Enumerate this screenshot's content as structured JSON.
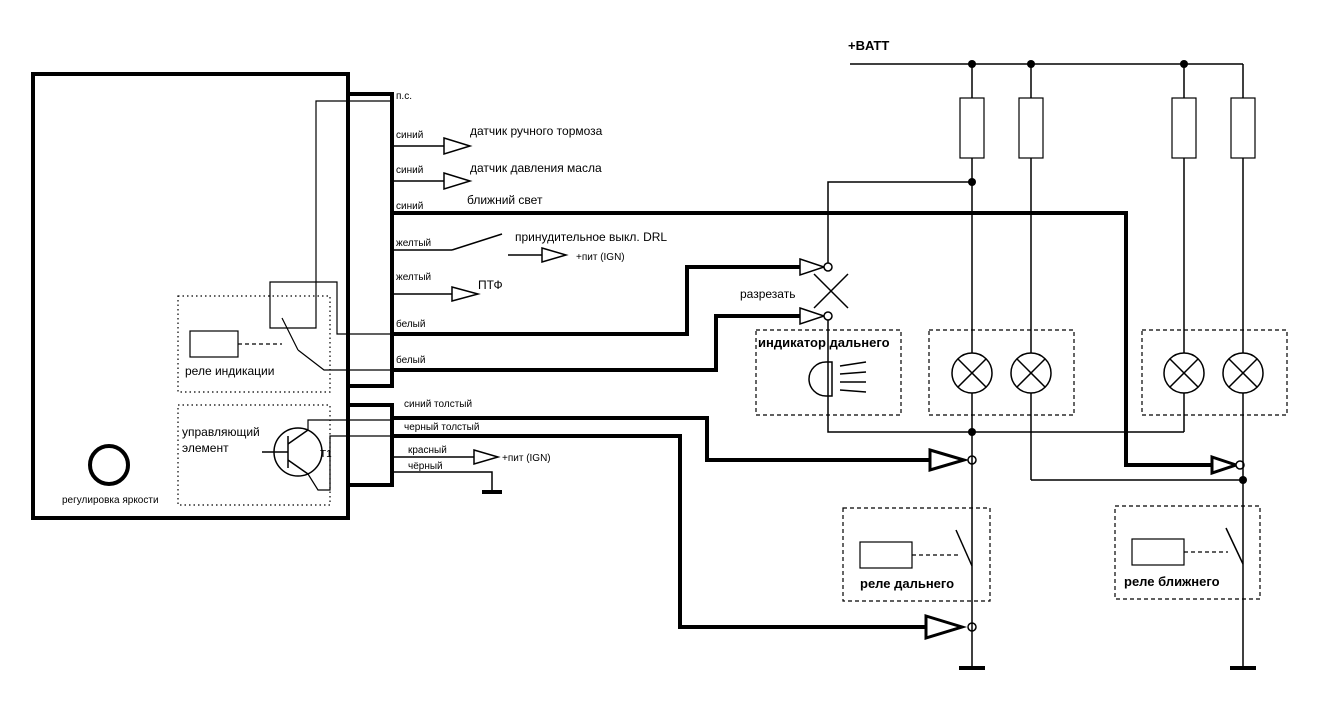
{
  "diagram": {
    "power_label": "+BATT",
    "controller": {
      "pin_nc": "п.с.",
      "brightness_label": "регулировка яркости",
      "indication_relay_label": "реле индикации",
      "control_element_line1": "управляющий",
      "control_element_line2": "элемент",
      "transistor_label": "T1"
    },
    "wires": {
      "blue_1": "синий",
      "blue_2": "синий",
      "blue_3": "синий",
      "yellow_1": "желтый",
      "yellow_2": "желтый",
      "white_1": "белый",
      "white_2": "белый",
      "blue_thick": "синий толстый",
      "black_thick": "черный толстый",
      "red": "красный",
      "black": "чёрный"
    },
    "destinations": {
      "handbrake_sensor": "датчик ручного тормоза",
      "oil_pressure_sensor": "датчик давления масла",
      "low_beam": "ближний свет",
      "forced_drl_off": "принудительное выкл. DRL",
      "ignition_1": "+пит (IGN)",
      "fog_lights": "ПТФ",
      "ignition_2": "+пит (IGN)"
    },
    "cut_label": "разрезать",
    "high_beam_indicator": "индикатор дальнего",
    "high_beam_relay": "реле дальнего",
    "low_beam_relay": "реле ближнего"
  }
}
